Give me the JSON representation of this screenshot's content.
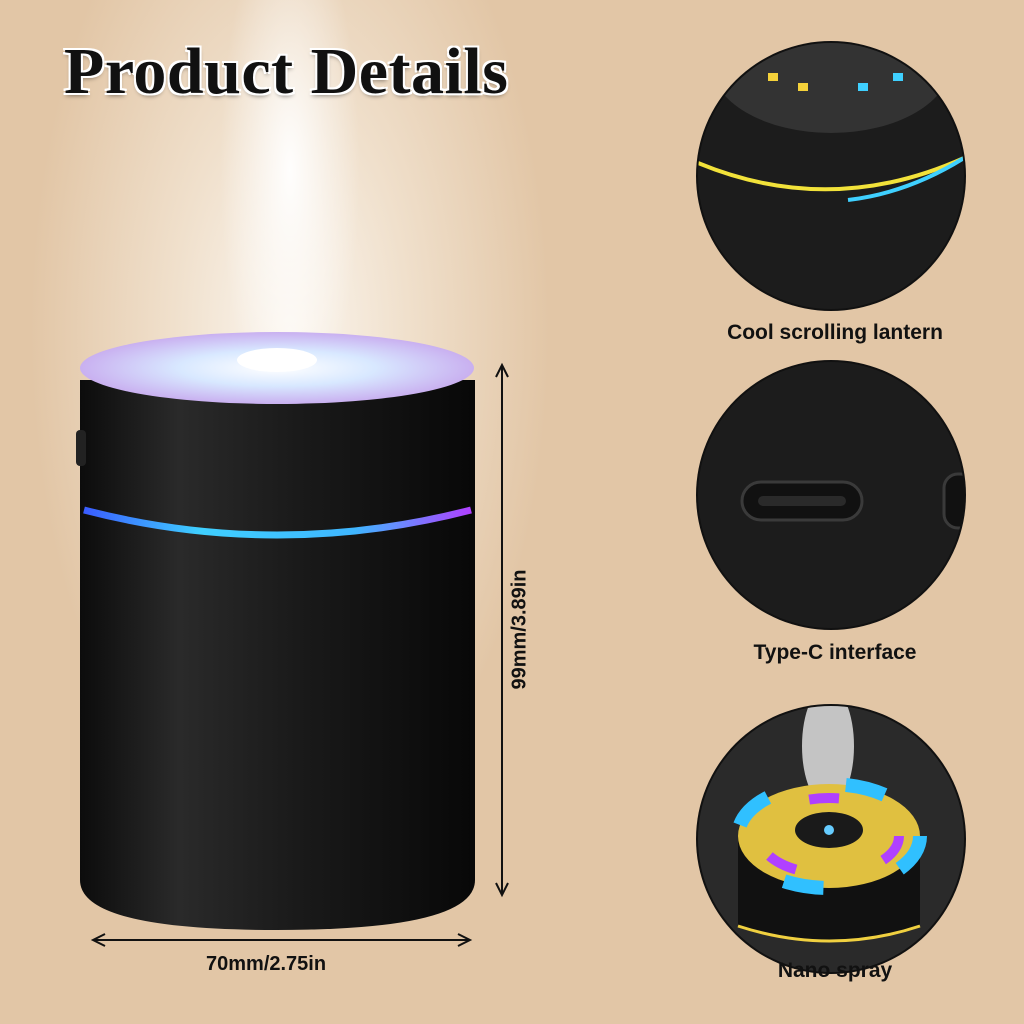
{
  "title": "Product Details",
  "dimensions": {
    "height_label": "99mm/3.89in",
    "width_label": "70mm/2.75in"
  },
  "features": [
    {
      "caption": "Cool scrolling lantern"
    },
    {
      "caption": "Type-C interface"
    },
    {
      "caption": "Nano spray"
    }
  ],
  "colors": {
    "background": "#dfc3a2",
    "body": "#151515",
    "band_glow": "#3fb6ff"
  }
}
